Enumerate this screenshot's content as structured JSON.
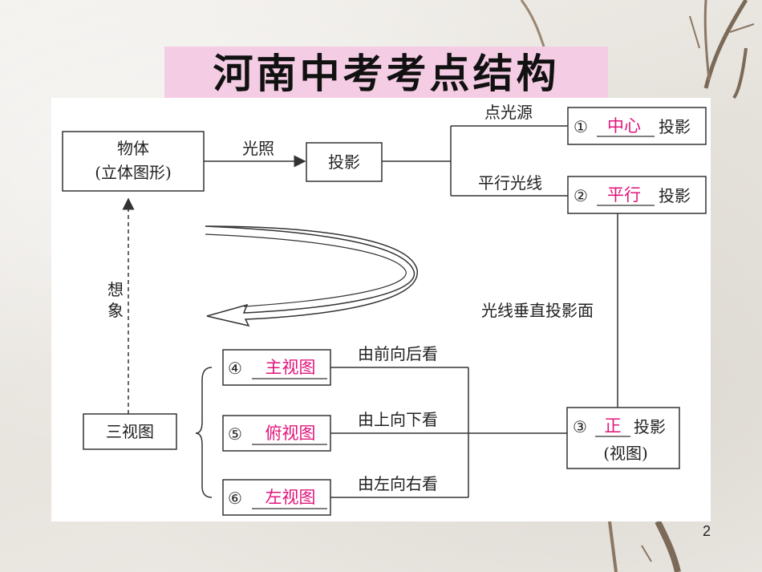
{
  "title": "河南中考考点结构",
  "page_number": "2",
  "nodes": {
    "object_line1": "物体",
    "object_line2": "(立体图形)",
    "projection": "投影",
    "central_num": "①",
    "central_answer": "中心",
    "central_suffix": "投影",
    "parallel_num": "②",
    "parallel_answer": "平行",
    "parallel_suffix": "投影",
    "ortho_num": "③",
    "ortho_answer": "正",
    "ortho_suffix": "投影",
    "ortho_line2": "(视图)",
    "three_views": "三视图",
    "front_num": "④",
    "front_answer": "主视图",
    "top_num": "⑤",
    "top_answer": "俯视图",
    "left_num": "⑥",
    "left_answer": "左视图"
  },
  "edges": {
    "light": "光照",
    "point_source": "点光源",
    "parallel_rays": "平行光线",
    "perpendicular": "光线垂直投影面",
    "imagine_1": "想",
    "imagine_2": "象",
    "front_to_back": "由前向后看",
    "top_to_bottom": "由上向下看",
    "left_to_right": "由左向右看"
  },
  "colors": {
    "answer": "#e0147a",
    "title_bg": "#f4cde4"
  }
}
